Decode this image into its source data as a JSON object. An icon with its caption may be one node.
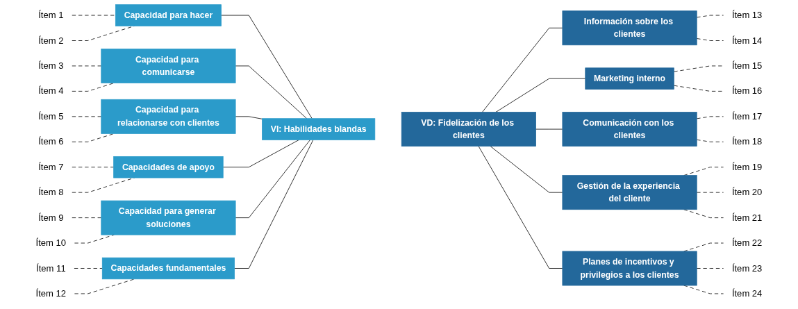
{
  "diagram": {
    "nodes": [
      {
        "text": [
          "Ítem 1"
        ]
      },
      {
        "text": [
          "Ítem 2"
        ]
      },
      {
        "text": [
          "Ítem 3"
        ]
      },
      {
        "text": [
          "Ítem 4"
        ]
      },
      {
        "text": [
          "Ítem 5"
        ]
      },
      {
        "text": [
          "Ítem 6"
        ]
      },
      {
        "text": [
          "Ítem 7"
        ]
      },
      {
        "text": [
          "Ítem 8"
        ]
      },
      {
        "text": [
          "Ítem 9"
        ]
      },
      {
        "text": [
          "Ítem 10"
        ]
      },
      {
        "text": [
          "Ítem 11"
        ]
      },
      {
        "text": [
          "Ítem 12"
        ]
      },
      {
        "text": [
          "Capacidad para hacer"
        ]
      },
      {
        "text": [
          "Capacidad para comunicarse"
        ]
      },
      {
        "text": [
          "Capacidad para relacionarse con clientes"
        ]
      },
      {
        "text": [
          "Capacidades de apoyo"
        ]
      },
      {
        "text": [
          "Capacidad para generar soluciones"
        ]
      },
      {
        "text": [
          "Capacidades fundamentales"
        ]
      },
      {
        "text": [
          "VI: Habilidades blandas"
        ]
      },
      {
        "text": [
          "VD: Fidelización de los clientes"
        ]
      },
      {
        "text": [
          "Información sobre los clientes"
        ]
      },
      {
        "text": [
          "Marketing interno"
        ]
      },
      {
        "text": [
          "Comunicación con los clientes"
        ]
      },
      {
        "text": [
          "Gestión de la experiencia del cliente"
        ]
      },
      {
        "text": [
          "Planes de incentivos y privilegios a los clientes"
        ]
      },
      {
        "text": [
          "Ítem 13"
        ]
      },
      {
        "text": [
          "Ítem 14"
        ]
      },
      {
        "text": [
          "Ítem 15"
        ]
      },
      {
        "text": [
          "Ítem 16"
        ]
      },
      {
        "text": [
          "Ítem 17"
        ]
      },
      {
        "text": [
          "Ítem 18"
        ]
      },
      {
        "text": [
          "Ítem 19"
        ]
      },
      {
        "text": [
          "Ítem 20"
        ]
      },
      {
        "text": [
          "Ítem 21"
        ]
      },
      {
        "text": [
          "Ítem 22"
        ]
      },
      {
        "text": [
          "Ítem 23"
        ]
      },
      {
        "text": [
          "Ítem 24"
        ]
      }
    ],
    "edges": [
      {
        "from": 0,
        "to": 12,
        "arrow": "none",
        "style": "dashed"
      },
      {
        "from": 1,
        "to": 12,
        "arrow": "none",
        "style": "dashed"
      },
      {
        "from": 2,
        "to": 13,
        "arrow": "none",
        "style": "dashed"
      },
      {
        "from": 3,
        "to": 13,
        "arrow": "none",
        "style": "dashed"
      },
      {
        "from": 4,
        "to": 14,
        "arrow": "none",
        "style": "dashed"
      },
      {
        "from": 5,
        "to": 14,
        "arrow": "none",
        "style": "dashed"
      },
      {
        "from": 6,
        "to": 15,
        "arrow": "none",
        "style": "dashed"
      },
      {
        "from": 7,
        "to": 15,
        "arrow": "none",
        "style": "dashed"
      },
      {
        "from": 8,
        "to": 16,
        "arrow": "none",
        "style": "dashed"
      },
      {
        "from": 9,
        "to": 16,
        "arrow": "none",
        "style": "dashed"
      },
      {
        "from": 10,
        "to": 17,
        "arrow": "none",
        "style": "dashed"
      },
      {
        "from": 11,
        "to": 17,
        "arrow": "none",
        "style": "dashed"
      },
      {
        "from": 12,
        "to": 18,
        "arrow": "none"
      },
      {
        "from": 13,
        "to": 18,
        "arrow": "none"
      },
      {
        "from": 14,
        "to": 18,
        "arrow": "none"
      },
      {
        "from": 15,
        "to": 18,
        "arrow": "none"
      },
      {
        "from": 16,
        "to": 18,
        "arrow": "none"
      },
      {
        "from": 17,
        "to": 18,
        "arrow": "none"
      },
      {
        "from": 19,
        "to": 20,
        "arrow": "none"
      },
      {
        "from": 19,
        "to": 21,
        "arrow": "none"
      },
      {
        "from": 19,
        "to": 22,
        "arrow": "none"
      },
      {
        "from": 19,
        "to": 23,
        "arrow": "none"
      },
      {
        "from": 19,
        "to": 24,
        "arrow": "none"
      },
      {
        "from": 20,
        "to": 25,
        "arrow": "none",
        "style": "dashed"
      },
      {
        "from": 20,
        "to": 26,
        "arrow": "none",
        "style": "dashed"
      },
      {
        "from": 21,
        "to": 27,
        "arrow": "none",
        "style": "dashed"
      },
      {
        "from": 21,
        "to": 28,
        "arrow": "none",
        "style": "dashed"
      },
      {
        "from": 22,
        "to": 29,
        "arrow": "none",
        "style": "dashed"
      },
      {
        "from": 22,
        "to": 30,
        "arrow": "none",
        "style": "dashed"
      },
      {
        "from": 23,
        "to": 31,
        "arrow": "none",
        "style": "dashed"
      },
      {
        "from": 23,
        "to": 32,
        "arrow": "none",
        "style": "dashed"
      },
      {
        "from": 23,
        "to": 33,
        "arrow": "none",
        "style": "dashed"
      },
      {
        "from": 24,
        "to": 34,
        "arrow": "none",
        "style": "dashed"
      },
      {
        "from": 24,
        "to": 35,
        "arrow": "none",
        "style": "dashed"
      },
      {
        "from": 24,
        "to": 36,
        "arrow": "none",
        "style": "dashed"
      }
    ]
  }
}
